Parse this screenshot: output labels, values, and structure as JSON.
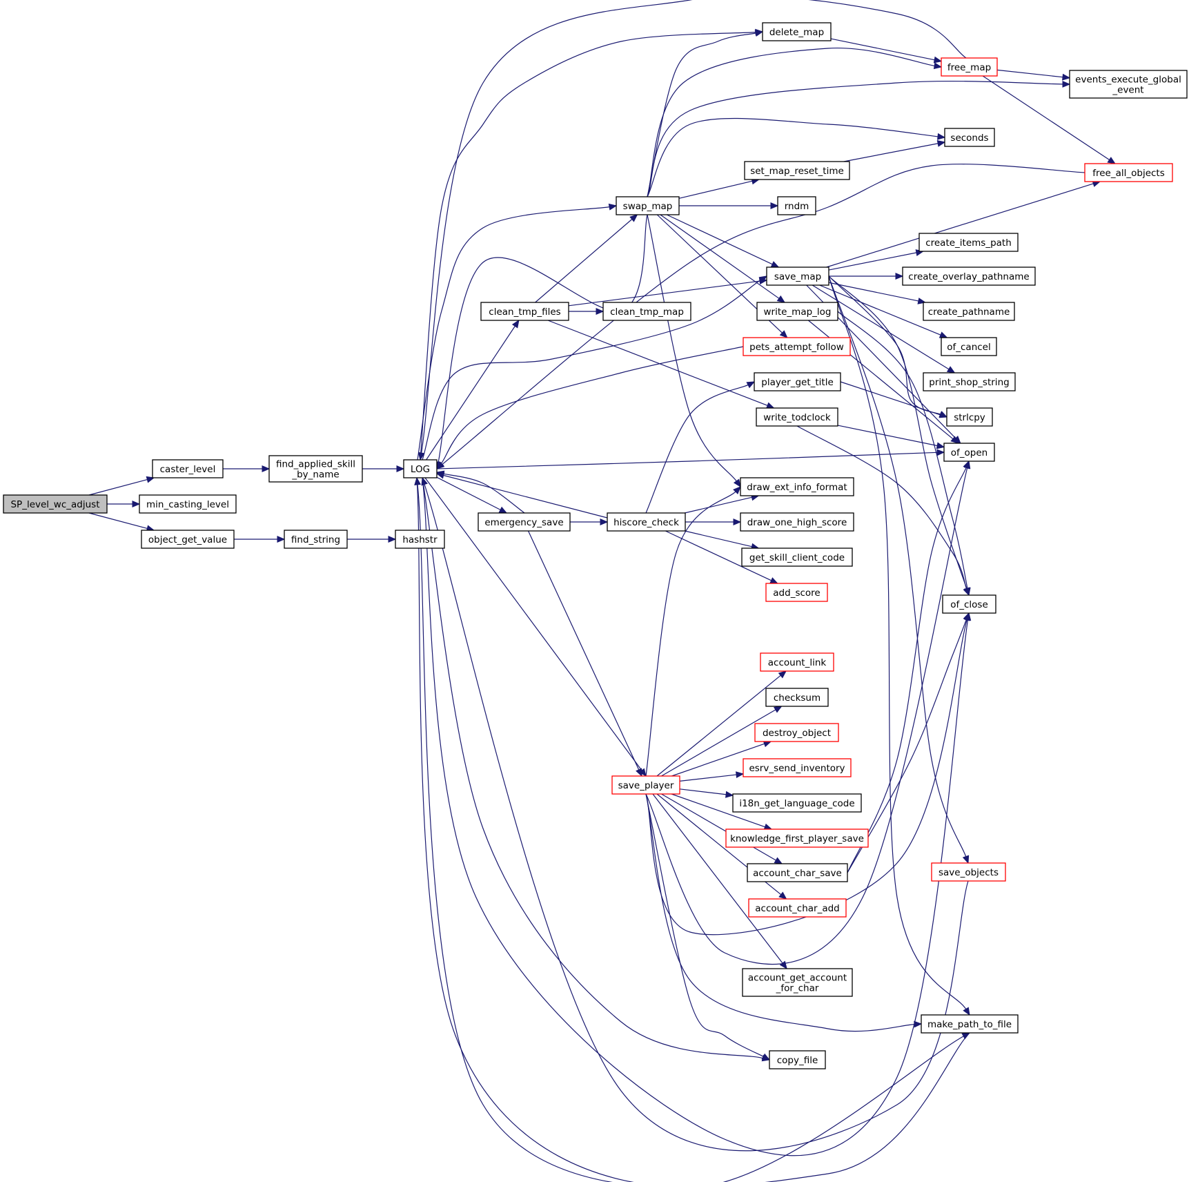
{
  "colors": {
    "edge": "#191970",
    "node_border": "#000000",
    "node_border_truncated": "#ff0000",
    "root_fill": "#bfbfbf",
    "background": "#ffffff"
  },
  "nodes": [
    {
      "id": "SP_level_wc_adjust",
      "lines": [
        "SP_level_wc_adjust"
      ],
      "root": true
    },
    {
      "id": "caster_level",
      "lines": [
        "caster_level"
      ]
    },
    {
      "id": "min_casting_level",
      "lines": [
        "min_casting_level"
      ]
    },
    {
      "id": "object_get_value",
      "lines": [
        "object_get_value"
      ]
    },
    {
      "id": "find_applied_skill_by_name",
      "lines": [
        "find_applied_skill",
        "_by_name"
      ]
    },
    {
      "id": "find_string",
      "lines": [
        "find_string"
      ]
    },
    {
      "id": "hashstr",
      "lines": [
        "hashstr"
      ]
    },
    {
      "id": "LOG",
      "lines": [
        "LOG"
      ]
    },
    {
      "id": "clean_tmp_files",
      "lines": [
        "clean_tmp_files"
      ]
    },
    {
      "id": "emergency_save",
      "lines": [
        "emergency_save"
      ]
    },
    {
      "id": "swap_map",
      "lines": [
        "swap_map"
      ]
    },
    {
      "id": "clean_tmp_map",
      "lines": [
        "clean_tmp_map"
      ]
    },
    {
      "id": "hiscore_check",
      "lines": [
        "hiscore_check"
      ]
    },
    {
      "id": "save_player",
      "lines": [
        "save_player"
      ],
      "truncated": true
    },
    {
      "id": "delete_map",
      "lines": [
        "delete_map"
      ]
    },
    {
      "id": "set_map_reset_time",
      "lines": [
        "set_map_reset_time"
      ]
    },
    {
      "id": "rndm",
      "lines": [
        "rndm"
      ]
    },
    {
      "id": "save_map",
      "lines": [
        "save_map"
      ]
    },
    {
      "id": "write_map_log",
      "lines": [
        "write_map_log"
      ]
    },
    {
      "id": "pets_attempt_follow",
      "lines": [
        "pets_attempt_follow"
      ],
      "truncated": true
    },
    {
      "id": "player_get_title",
      "lines": [
        "player_get_title"
      ]
    },
    {
      "id": "write_todclock",
      "lines": [
        "write_todclock"
      ]
    },
    {
      "id": "draw_ext_info_format",
      "lines": [
        "draw_ext_info_format"
      ]
    },
    {
      "id": "draw_one_high_score",
      "lines": [
        "draw_one_high_score"
      ]
    },
    {
      "id": "get_skill_client_code",
      "lines": [
        "get_skill_client_code"
      ]
    },
    {
      "id": "add_score",
      "lines": [
        "add_score"
      ],
      "truncated": true
    },
    {
      "id": "account_link",
      "lines": [
        "account_link"
      ],
      "truncated": true
    },
    {
      "id": "checksum",
      "lines": [
        "checksum"
      ]
    },
    {
      "id": "destroy_object",
      "lines": [
        "destroy_object"
      ],
      "truncated": true
    },
    {
      "id": "esrv_send_inventory",
      "lines": [
        "esrv_send_inventory"
      ],
      "truncated": true
    },
    {
      "id": "i18n_get_language_code",
      "lines": [
        "i18n_get_language_code"
      ]
    },
    {
      "id": "knowledge_first_player_save",
      "lines": [
        "knowledge_first_player_save"
      ],
      "truncated": true
    },
    {
      "id": "account_char_save",
      "lines": [
        "account_char_save"
      ]
    },
    {
      "id": "account_char_add",
      "lines": [
        "account_char_add"
      ],
      "truncated": true
    },
    {
      "id": "account_get_account_for_char",
      "lines": [
        "account_get_account",
        "_for_char"
      ]
    },
    {
      "id": "copy_file",
      "lines": [
        "copy_file"
      ]
    },
    {
      "id": "free_map",
      "lines": [
        "free_map"
      ],
      "truncated": true
    },
    {
      "id": "events_execute_global_event",
      "lines": [
        "events_execute_global",
        "_event"
      ]
    },
    {
      "id": "seconds",
      "lines": [
        "seconds"
      ]
    },
    {
      "id": "free_all_objects",
      "lines": [
        "free_all_objects"
      ],
      "truncated": true
    },
    {
      "id": "create_items_path",
      "lines": [
        "create_items_path"
      ]
    },
    {
      "id": "create_overlay_pathname",
      "lines": [
        "create_overlay_pathname"
      ]
    },
    {
      "id": "create_pathname",
      "lines": [
        "create_pathname"
      ]
    },
    {
      "id": "of_cancel",
      "lines": [
        "of_cancel"
      ]
    },
    {
      "id": "print_shop_string",
      "lines": [
        "print_shop_string"
      ]
    },
    {
      "id": "strlcpy",
      "lines": [
        "strlcpy"
      ]
    },
    {
      "id": "of_open",
      "lines": [
        "of_open"
      ]
    },
    {
      "id": "of_close",
      "lines": [
        "of_close"
      ]
    },
    {
      "id": "save_objects",
      "lines": [
        "save_objects"
      ],
      "truncated": true
    },
    {
      "id": "make_path_to_file",
      "lines": [
        "make_path_to_file"
      ]
    }
  ],
  "edges": [
    [
      "SP_level_wc_adjust",
      "caster_level"
    ],
    [
      "SP_level_wc_adjust",
      "min_casting_level"
    ],
    [
      "SP_level_wc_adjust",
      "object_get_value"
    ],
    [
      "caster_level",
      "find_applied_skill_by_name"
    ],
    [
      "find_applied_skill_by_name",
      "LOG"
    ],
    [
      "object_get_value",
      "find_string"
    ],
    [
      "find_string",
      "hashstr"
    ],
    [
      "LOG",
      "clean_tmp_files"
    ],
    [
      "LOG",
      "emergency_save"
    ],
    [
      "LOG",
      "swap_map"
    ],
    [
      "LOG",
      "save_map"
    ],
    [
      "LOG",
      "delete_map"
    ],
    [
      "LOG",
      "save_player"
    ],
    [
      "LOG",
      "copy_file"
    ],
    [
      "LOG",
      "of_open"
    ],
    [
      "LOG",
      "of_close"
    ],
    [
      "LOG",
      "make_path_to_file"
    ],
    [
      "clean_tmp_files",
      "swap_map"
    ],
    [
      "clean_tmp_files",
      "clean_tmp_map"
    ],
    [
      "clean_tmp_files",
      "save_map"
    ],
    [
      "clean_tmp_files",
      "write_todclock"
    ],
    [
      "emergency_save",
      "LOG"
    ],
    [
      "emergency_save",
      "hiscore_check"
    ],
    [
      "emergency_save",
      "save_player"
    ],
    [
      "swap_map",
      "delete_map"
    ],
    [
      "swap_map",
      "free_map"
    ],
    [
      "swap_map",
      "events_execute_global_event"
    ],
    [
      "swap_map",
      "seconds"
    ],
    [
      "swap_map",
      "set_map_reset_time"
    ],
    [
      "swap_map",
      "rndm"
    ],
    [
      "swap_map",
      "save_map"
    ],
    [
      "swap_map",
      "write_map_log"
    ],
    [
      "swap_map",
      "pets_attempt_follow"
    ],
    [
      "swap_map",
      "draw_ext_info_format"
    ],
    [
      "swap_map",
      "LOG"
    ],
    [
      "delete_map",
      "free_map"
    ],
    [
      "free_map",
      "events_execute_global_event"
    ],
    [
      "free_map",
      "free_all_objects"
    ],
    [
      "free_map",
      "LOG"
    ],
    [
      "set_map_reset_time",
      "seconds"
    ],
    [
      "save_map",
      "free_all_objects"
    ],
    [
      "save_map",
      "create_items_path"
    ],
    [
      "save_map",
      "create_overlay_pathname"
    ],
    [
      "save_map",
      "create_pathname"
    ],
    [
      "save_map",
      "of_cancel"
    ],
    [
      "save_map",
      "print_shop_string"
    ],
    [
      "save_map",
      "strlcpy"
    ],
    [
      "save_map",
      "of_open"
    ],
    [
      "save_map",
      "of_close"
    ],
    [
      "save_map",
      "save_objects"
    ],
    [
      "save_map",
      "make_path_to_file"
    ],
    [
      "write_map_log",
      "of_open"
    ],
    [
      "write_map_log",
      "of_close"
    ],
    [
      "pets_attempt_follow",
      "LOG"
    ],
    [
      "free_all_objects",
      "LOG"
    ],
    [
      "hiscore_check",
      "LOG"
    ],
    [
      "hiscore_check",
      "player_get_title"
    ],
    [
      "hiscore_check",
      "draw_ext_info_format"
    ],
    [
      "hiscore_check",
      "draw_one_high_score"
    ],
    [
      "hiscore_check",
      "get_skill_client_code"
    ],
    [
      "hiscore_check",
      "add_score"
    ],
    [
      "player_get_title",
      "strlcpy"
    ],
    [
      "write_todclock",
      "of_open"
    ],
    [
      "write_todclock",
      "of_close"
    ],
    [
      "save_player",
      "draw_ext_info_format"
    ],
    [
      "save_player",
      "account_link"
    ],
    [
      "save_player",
      "checksum"
    ],
    [
      "save_player",
      "destroy_object"
    ],
    [
      "save_player",
      "esrv_send_inventory"
    ],
    [
      "save_player",
      "i18n_get_language_code"
    ],
    [
      "save_player",
      "knowledge_first_player_save"
    ],
    [
      "save_player",
      "account_char_save"
    ],
    [
      "save_player",
      "account_char_add"
    ],
    [
      "save_player",
      "account_get_account_for_char"
    ],
    [
      "save_player",
      "copy_file"
    ],
    [
      "save_player",
      "make_path_to_file"
    ],
    [
      "save_player",
      "of_open"
    ],
    [
      "save_player",
      "of_close"
    ],
    [
      "account_char_save",
      "of_open"
    ],
    [
      "account_char_save",
      "of_close"
    ],
    [
      "save_objects",
      "LOG"
    ],
    [
      "make_path_to_file",
      "LOG"
    ]
  ]
}
